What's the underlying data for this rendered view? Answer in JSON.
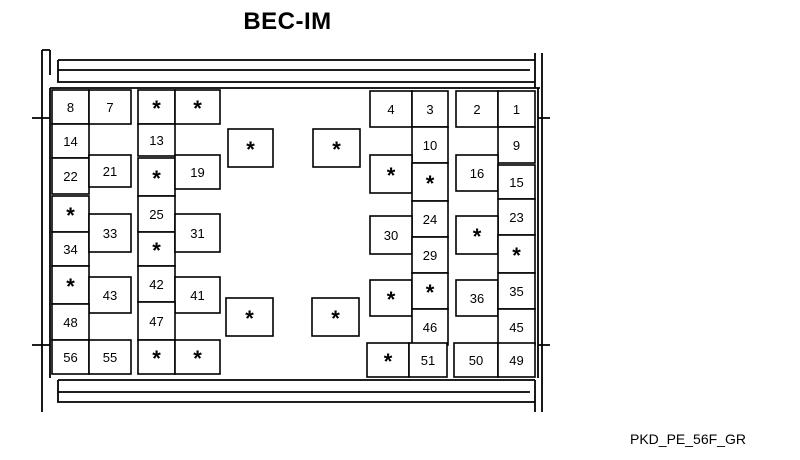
{
  "diagram": {
    "title": "BEC-IM",
    "code": "PKD_PE_56F_GR",
    "cells": [
      {
        "label": "8"
      },
      {
        "label": "7"
      },
      {
        "label": "*"
      },
      {
        "label": "*"
      },
      {
        "label": "14"
      },
      {
        "label": "13"
      },
      {
        "label": "22"
      },
      {
        "label": "21"
      },
      {
        "label": "*"
      },
      {
        "label": "19"
      },
      {
        "label": "*"
      },
      {
        "label": "25"
      },
      {
        "label": "34"
      },
      {
        "label": "33"
      },
      {
        "label": "*"
      },
      {
        "label": "31"
      },
      {
        "label": "*"
      },
      {
        "label": "42"
      },
      {
        "label": "43"
      },
      {
        "label": "41"
      },
      {
        "label": "48"
      },
      {
        "label": "47"
      },
      {
        "label": "56"
      },
      {
        "label": "55"
      },
      {
        "label": "*"
      },
      {
        "label": "*"
      },
      {
        "label": "*"
      },
      {
        "label": "*"
      },
      {
        "label": "*"
      },
      {
        "label": "*"
      },
      {
        "label": "4"
      },
      {
        "label": "3"
      },
      {
        "label": "2"
      },
      {
        "label": "1"
      },
      {
        "label": "10"
      },
      {
        "label": "9"
      },
      {
        "label": "*"
      },
      {
        "label": "*"
      },
      {
        "label": "16"
      },
      {
        "label": "15"
      },
      {
        "label": "24"
      },
      {
        "label": "23"
      },
      {
        "label": "30"
      },
      {
        "label": "29"
      },
      {
        "label": "*"
      },
      {
        "label": "*"
      },
      {
        "label": "*"
      },
      {
        "label": "*"
      },
      {
        "label": "36"
      },
      {
        "label": "35"
      },
      {
        "label": "46"
      },
      {
        "label": "45"
      },
      {
        "label": "*"
      },
      {
        "label": "51"
      },
      {
        "label": "50"
      },
      {
        "label": "49"
      }
    ]
  }
}
